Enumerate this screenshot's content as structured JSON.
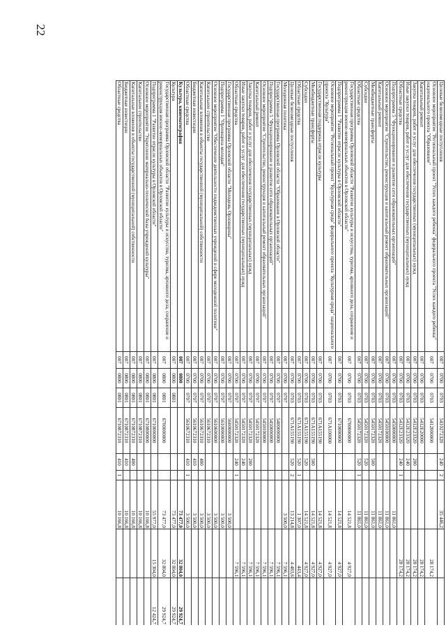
{
  "page": {
    "number": "22"
  },
  "rows": [
    {
      "name": "Целевые безвозмездные поступления",
      "gr": "007",
      "rz": "0700",
      "pr": "0703",
      "cs": "5410272320",
      "vr": "240",
      "k": "2",
      "v1": "35 446,2",
      "v2": "",
      "v3": ""
    },
    {
      "name": "Основное мероприятие \"Региональный проект \"Успех каждого ребенка\" федерального проекта \"Успех каждого ребенка\" национального проекта \"Образование\"",
      "gr": "007",
      "rz": "0700",
      "pr": "0703",
      "cs": "5412000000",
      "vr": "",
      "k": "",
      "v1": "",
      "v2": "28 174,2",
      "v3": ""
    },
    {
      "name": "Капитальный ремонт",
      "gr": "007",
      "rz": "0700",
      "pr": "0703",
      "cs": "5412E20000",
      "vr": "",
      "k": "",
      "v1": "",
      "v2": "28 174,2",
      "v3": ""
    },
    {
      "name": "Закупка товаров, работ и услуг для обеспечения государственных (муниципальных) нужд",
      "gr": "007",
      "rz": "0700",
      "pr": "0703",
      "cs": "5412E23320",
      "vr": "200",
      "k": "",
      "v1": "",
      "v2": "28 174,2",
      "v3": ""
    },
    {
      "name": "Иные закупки товаров, работ и услуг для обеспечения государственных (муниципальных) нужд",
      "gr": "007",
      "rz": "0700",
      "pr": "0703",
      "cs": "5412E23320",
      "vr": "240",
      "k": "",
      "v1": "",
      "v2": "28 174,2",
      "v3": ""
    },
    {
      "name": "Областные средства",
      "gr": "007",
      "rz": "0700",
      "pr": "0703",
      "cs": "5412E23320",
      "vr": "240",
      "k": "1",
      "v1": "",
      "v2": "28 174,2",
      "v3": ""
    },
    {
      "name": "Подпрограмма 5 \"Функционирование и развитие сети образовательных организаций\"",
      "gr": "007",
      "rz": "0700",
      "pr": "0703",
      "cs": "5450000000",
      "vr": "",
      "k": "",
      "v1": "11 861,0",
      "v2": "",
      "v3": ""
    },
    {
      "name": "Основное мероприятие \"Строительство, реконструкция и капитальный ремонт образовательных организаций\"",
      "gr": "007",
      "rz": "0700",
      "pr": "0703",
      "cs": "5450100000",
      "vr": "",
      "k": "",
      "v1": "11 861,0",
      "v2": "",
      "v3": ""
    },
    {
      "name": "Капитальный ремонт",
      "gr": "007",
      "rz": "0700",
      "pr": "0703",
      "cs": "5450172320",
      "vr": "",
      "k": "",
      "v1": "11 861,0",
      "v2": "",
      "v3": ""
    },
    {
      "name": "Межбюджетные трансферты",
      "gr": "007",
      "rz": "0700",
      "pr": "0703",
      "cs": "5450172320",
      "vr": "500",
      "k": "",
      "v1": "11 861,0",
      "v2": "",
      "v3": ""
    },
    {
      "name": "Субсидии",
      "gr": "007",
      "rz": "0700",
      "pr": "0703",
      "cs": "5450172320",
      "vr": "520",
      "k": "",
      "v1": "11 861,0",
      "v2": "",
      "v3": ""
    },
    {
      "name": "Областные средства",
      "gr": "007",
      "rz": "0700",
      "pr": "0703",
      "cs": "5450172320",
      "vr": "520",
      "k": "1",
      "v1": "11 861,0",
      "v2": "",
      "v3": ""
    },
    {
      "name": "Государственная программа Орловской области \"Развитие культуры и искусства, туризма, архивного дела, сохранение и реконструкция военно-мемориальных объектов в Орловской области\"",
      "gr": "007",
      "rz": "0700",
      "pr": "0703",
      "cs": "6700000000",
      "vr": "",
      "k": "",
      "v1": "14 521,8",
      "v2": "4 927,0",
      "v3": ""
    },
    {
      "name": "Подпрограмма 1 \"Развитие отрасли культуры в Орловской области\"",
      "gr": "007",
      "rz": "0700",
      "pr": "0703",
      "cs": "6710000000",
      "vr": "",
      "k": "",
      "v1": "14 521,8",
      "v2": "4 927,0",
      "v3": ""
    },
    {
      "name": "Основное мероприятие \"Региональный проект \"Культурная среда\" федерального проекта \"Культурная среда\" национального проекта \"Культура\"",
      "gr": "007",
      "rz": "0700",
      "pr": "0703",
      "cs": "671A100000",
      "vr": "",
      "k": "",
      "v1": "14 521,8",
      "v2": "4 927,0",
      "v3": ""
    },
    {
      "name": "Государственная поддержка отрасли культуры",
      "gr": "007",
      "rz": "0700",
      "pr": "0703",
      "cs": "671A155190",
      "vr": "",
      "k": "",
      "v1": "14 521,8",
      "v2": "4 927,0",
      "v3": ""
    },
    {
      "name": "Межбюджетные трансферты",
      "gr": "007",
      "rz": "0700",
      "pr": "0703",
      "cs": "671A155190",
      "vr": "500",
      "k": "",
      "v1": "14 521,8",
      "v2": "4 927,0",
      "v3": ""
    },
    {
      "name": "Субсидии",
      "gr": "007",
      "rz": "0700",
      "pr": "0703",
      "cs": "671A155190",
      "vr": "520",
      "k": "",
      "v1": "14 521,8",
      "v2": "4 927,0",
      "v3": ""
    },
    {
      "name": "Областные средства",
      "gr": "007",
      "rz": "0700",
      "pr": "0703",
      "cs": "671A155190",
      "vr": "520",
      "k": "1",
      "v1": "1 307,0",
      "v2": "443,4",
      "v3": ""
    },
    {
      "name": "Целевые безвозмездные поступления",
      "gr": "007",
      "rz": "0700",
      "pr": "0703",
      "cs": "671A155190",
      "vr": "520",
      "k": "2",
      "v1": "13 214,8",
      "v2": "4 483,6",
      "v3": ""
    },
    {
      "name": "Молодежная политика",
      "gr": "007",
      "rz": "0700",
      "pr": "0707",
      "cs": "",
      "vr": "",
      "k": "",
      "v1": "3 500,0",
      "v2": "7 596,1",
      "v3": ""
    },
    {
      "name": "Государственная программа Орловской области \"Образование в Орловской области\"",
      "gr": "007",
      "rz": "0700",
      "pr": "0707",
      "cs": "5400000000",
      "vr": "",
      "k": "",
      "v1": "",
      "v2": "7 596,1",
      "v3": ""
    },
    {
      "name": "Подпрограмма 5 \"Функционирование и развитие сети образовательных организаций\"",
      "gr": "007",
      "rz": "0700",
      "pr": "0707",
      "cs": "5450000000",
      "vr": "",
      "k": "",
      "v1": "",
      "v2": "7 596,1",
      "v3": ""
    },
    {
      "name": "Основное мероприятие \"Строительство, реконструкция и капитальный ремонт образовательных организаций\"",
      "gr": "007",
      "rz": "0700",
      "pr": "0707",
      "cs": "5450100000",
      "vr": "",
      "k": "",
      "v1": "",
      "v2": "7 596,1",
      "v3": ""
    },
    {
      "name": "Капитальный ремонт",
      "gr": "007",
      "rz": "0700",
      "pr": "0707",
      "cs": "5450172320",
      "vr": "",
      "k": "",
      "v1": "",
      "v2": "7 596,1",
      "v3": ""
    },
    {
      "name": "Закупка товаров, работ и услуг для обеспечения государственных (муниципальных) нужд",
      "gr": "007",
      "rz": "0700",
      "pr": "0707",
      "cs": "5450172320",
      "vr": "200",
      "k": "",
      "v1": "",
      "v2": "7 596,1",
      "v3": ""
    },
    {
      "name": "Иные закупки товаров, работ и услуг для обеспечения государственных (муниципальных) нужд",
      "gr": "007",
      "rz": "0700",
      "pr": "0707",
      "cs": "5450172320",
      "vr": "240",
      "k": "",
      "v1": "",
      "v2": "7 596,1",
      "v3": ""
    },
    {
      "name": "Областные средства",
      "gr": "007",
      "rz": "0700",
      "pr": "0707",
      "cs": "5450172320",
      "vr": "240",
      "k": "1",
      "v1": "",
      "v2": "7 596,1",
      "v3": ""
    },
    {
      "name": "Государственная программа Орловской области \"Молодежь Орловщины\"",
      "gr": "007",
      "rz": "0700",
      "pr": "0707",
      "cs": "5600000000",
      "vr": "",
      "k": "",
      "v1": "3 500,0",
      "v2": "",
      "v3": ""
    },
    {
      "name": "Подпрограмма 1 \"Орловщина молодая\"",
      "gr": "007",
      "rz": "0700",
      "pr": "0707",
      "cs": "5610000000",
      "vr": "",
      "k": "",
      "v1": "3 500,0",
      "v2": "",
      "v3": ""
    },
    {
      "name": "Основное мероприятие \"Обеспечение деятельности подведомственных учреждений в сфере молодежной политики\"",
      "gr": "007",
      "rz": "0700",
      "pr": "0707",
      "cs": "5610600000",
      "vr": "",
      "k": "",
      "v1": "3 500,0",
      "v2": "",
      "v3": ""
    },
    {
      "name": "Капитальное строительство",
      "gr": "007",
      "rz": "0700",
      "pr": "0707",
      "cs": "5610672310",
      "vr": "",
      "k": "",
      "v1": "3 500,0",
      "v2": "",
      "v3": ""
    },
    {
      "name": "Капитальные вложения в объекты государственной (муниципальной) собственности",
      "gr": "007",
      "rz": "0700",
      "pr": "0707",
      "cs": "5610672310",
      "vr": "400",
      "k": "",
      "v1": "3 500,0",
      "v2": "",
      "v3": ""
    },
    {
      "name": "Бюджетные инвестиции",
      "gr": "007",
      "rz": "0700",
      "pr": "0707",
      "cs": "5610672310",
      "vr": "410",
      "k": "",
      "v1": "3 500,0",
      "v2": "",
      "v3": ""
    },
    {
      "name": "Областные средства",
      "gr": "007",
      "rz": "0700",
      "pr": "0707",
      "cs": "5610672310",
      "vr": "410",
      "k": "1",
      "v1": "3 500,0",
      "v2": "",
      "v3": ""
    },
    {
      "name": "Культура, кинематография",
      "gr": "007",
      "rz": "0800",
      "pr": "",
      "cs": "",
      "vr": "",
      "k": "",
      "v1": "73 477,0",
      "v2": "32 804,0",
      "v3": "29 924,7",
      "bold": true
    },
    {
      "name": "Культура",
      "gr": "007",
      "rz": "0800",
      "pr": "0801",
      "cs": "",
      "vr": "",
      "k": "",
      "v1": "73 477,0",
      "v2": "32 804,0",
      "v3": "29 924,7"
    },
    {
      "name": "Государственная программа Орловской области \"Развитие культуры и искусства, туризма, архивного дела, сохранение и реконструкция военно-мемориальных объектов в Орловской области\"",
      "gr": "007",
      "rz": "0800",
      "pr": "0801",
      "cs": "6700000000",
      "vr": "",
      "k": "",
      "v1": "73 477,0",
      "v2": "32 804,0",
      "v3": "29 924,7"
    },
    {
      "name": "Подпрограмма 1 \"Развитие отрасли культуры в Орловской области\"",
      "gr": "007",
      "rz": "0800",
      "pr": "0801",
      "cs": "6710000000",
      "vr": "",
      "k": "",
      "v1": "55 977,0",
      "v2": "15 304,0",
      "v3": "12 424,7"
    },
    {
      "name": "Основное мероприятие \"Укрепление материально-технической базы учреждений культуры\"",
      "gr": "007",
      "rz": "0800",
      "pr": "0801",
      "cs": "6710800000",
      "vr": "",
      "k": "",
      "v1": "10 166,8",
      "v2": "",
      "v3": ""
    },
    {
      "name": "Капитальное строительство",
      "gr": "007",
      "rz": "0800",
      "pr": "0801",
      "cs": "6710872310",
      "vr": "",
      "k": "",
      "v1": "10 166,8",
      "v2": "",
      "v3": ""
    },
    {
      "name": "Капитальные вложения в объекты государственной (муниципальной) собственности",
      "gr": "007",
      "rz": "0800",
      "pr": "0801",
      "cs": "6710872310",
      "vr": "400",
      "k": "",
      "v1": "10 166,8",
      "v2": "",
      "v3": ""
    },
    {
      "name": "Бюджетные инвестиции",
      "gr": "007",
      "rz": "0800",
      "pr": "0801",
      "cs": "6710872310",
      "vr": "410",
      "k": "",
      "v1": "10 166,8",
      "v2": "",
      "v3": ""
    },
    {
      "name": "Областные средства",
      "gr": "007",
      "rz": "0800",
      "pr": "0801",
      "cs": "6710872310",
      "vr": "410",
      "k": "1",
      "v1": "10 166,8",
      "v2": "",
      "v3": ""
    }
  ]
}
